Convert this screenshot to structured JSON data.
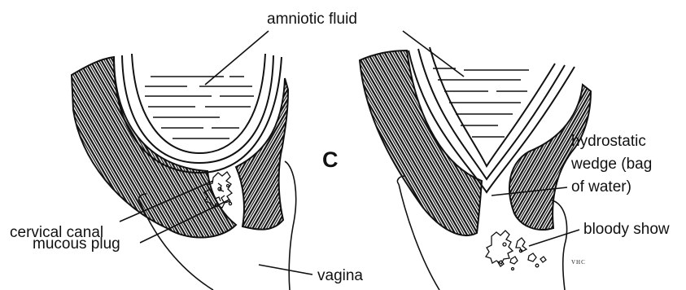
{
  "figure": {
    "panel_letter": "C",
    "labels": {
      "amniotic_fluid": "amniotic fluid",
      "cervical_canal": "cervical canal",
      "mucous_plug": "mucous plug",
      "vagina": "vagina",
      "hydrostatic_wedge": [
        "hydrostatic",
        "wedge (bag",
        "of water)"
      ],
      "bloody_show": "bloody show"
    },
    "signature": "VHC"
  }
}
